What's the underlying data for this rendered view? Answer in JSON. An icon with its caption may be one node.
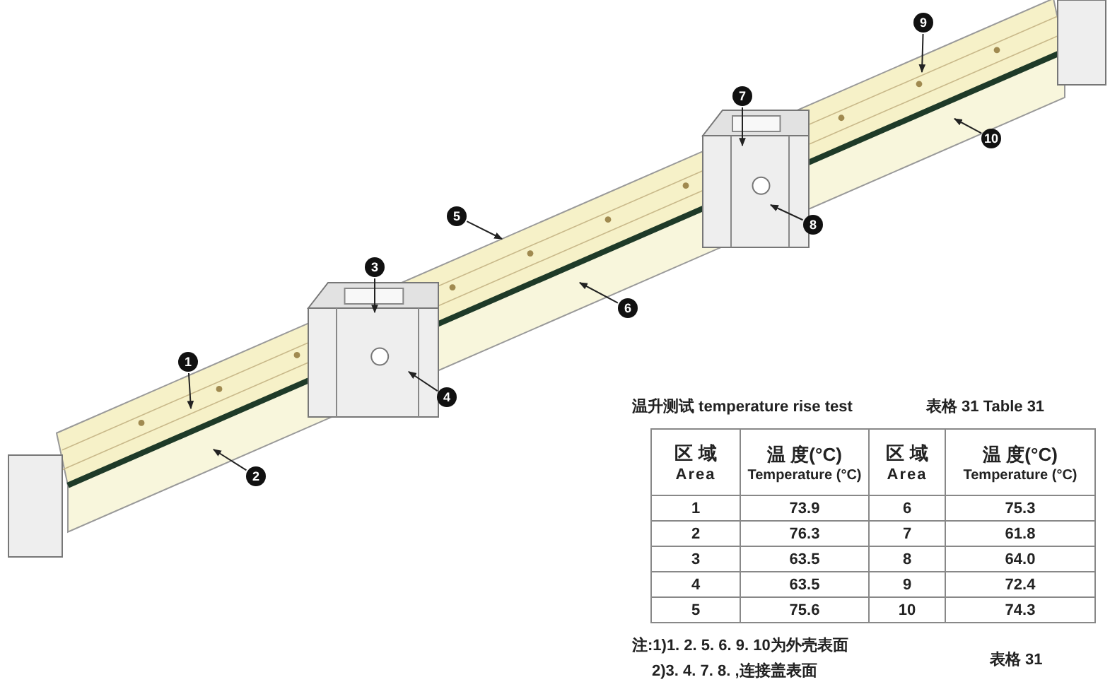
{
  "diagram": {
    "nodes": [
      {
        "text": [
          "1"
        ]
      },
      {
        "text": [
          "2"
        ]
      },
      {
        "text": [
          "3"
        ]
      },
      {
        "text": [
          "4"
        ]
      },
      {
        "text": [
          "5"
        ]
      },
      {
        "text": [
          "6"
        ]
      },
      {
        "text": [
          "7"
        ]
      },
      {
        "text": [
          "8"
        ]
      },
      {
        "text": [
          "9"
        ]
      },
      {
        "text": [
          "10"
        ]
      }
    ],
    "edges": [
      {
        "from": 0,
        "to": null,
        "arrow": "to"
      },
      {
        "from": 1,
        "to": null,
        "arrow": "to"
      },
      {
        "from": 2,
        "to": null,
        "arrow": "to"
      },
      {
        "from": 3,
        "to": null,
        "arrow": "to"
      },
      {
        "from": 4,
        "to": null,
        "arrow": "to"
      },
      {
        "from": 5,
        "to": null,
        "arrow": "to"
      },
      {
        "from": 6,
        "to": null,
        "arrow": "to"
      },
      {
        "from": 7,
        "to": null,
        "arrow": "to"
      },
      {
        "from": 8,
        "to": null,
        "arrow": "to"
      },
      {
        "from": 9,
        "to": null,
        "arrow": "to"
      }
    ],
    "labels": [
      "温升测试 temperature rise test",
      "表格 31 Table 31",
      "区 域",
      "Area",
      "温 度(°C)",
      "Temperature (°C)",
      "区 域",
      "Area",
      "温 度(°C)",
      "Temperature (°C)",
      "1",
      "73.9",
      "6",
      "75.3",
      "2",
      "76.3",
      "7",
      "61.8",
      "3",
      "63.5",
      "8",
      "64.0",
      "4",
      "63.5",
      "9",
      "72.4",
      "5",
      "75.6",
      "10",
      "74.3",
      "注:1)1. 2. 5. 6. 9. 10为外壳表面",
      "2)3. 4. 7. 8. ,连接盖表面",
      "表格 31"
    ]
  }
}
